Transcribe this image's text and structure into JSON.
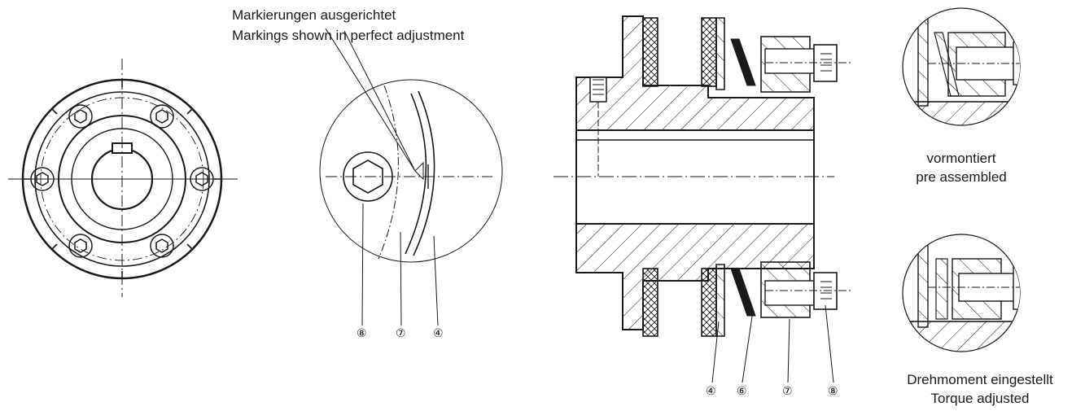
{
  "annotations": {
    "markings_de": "Markierungen ausgerichtet",
    "markings_en": "Markings shown in perfect adjustment",
    "preassembled_de": "vormontiert",
    "preassembled_en": "pre assembled",
    "torque_de": "Drehmoment eingestellt",
    "torque_en": "Torque adjusted"
  },
  "detail_view_labels": [
    "⑧",
    "⑦",
    "④"
  ],
  "section_view_labels": [
    "④",
    "⑥",
    "⑦",
    "⑧"
  ]
}
